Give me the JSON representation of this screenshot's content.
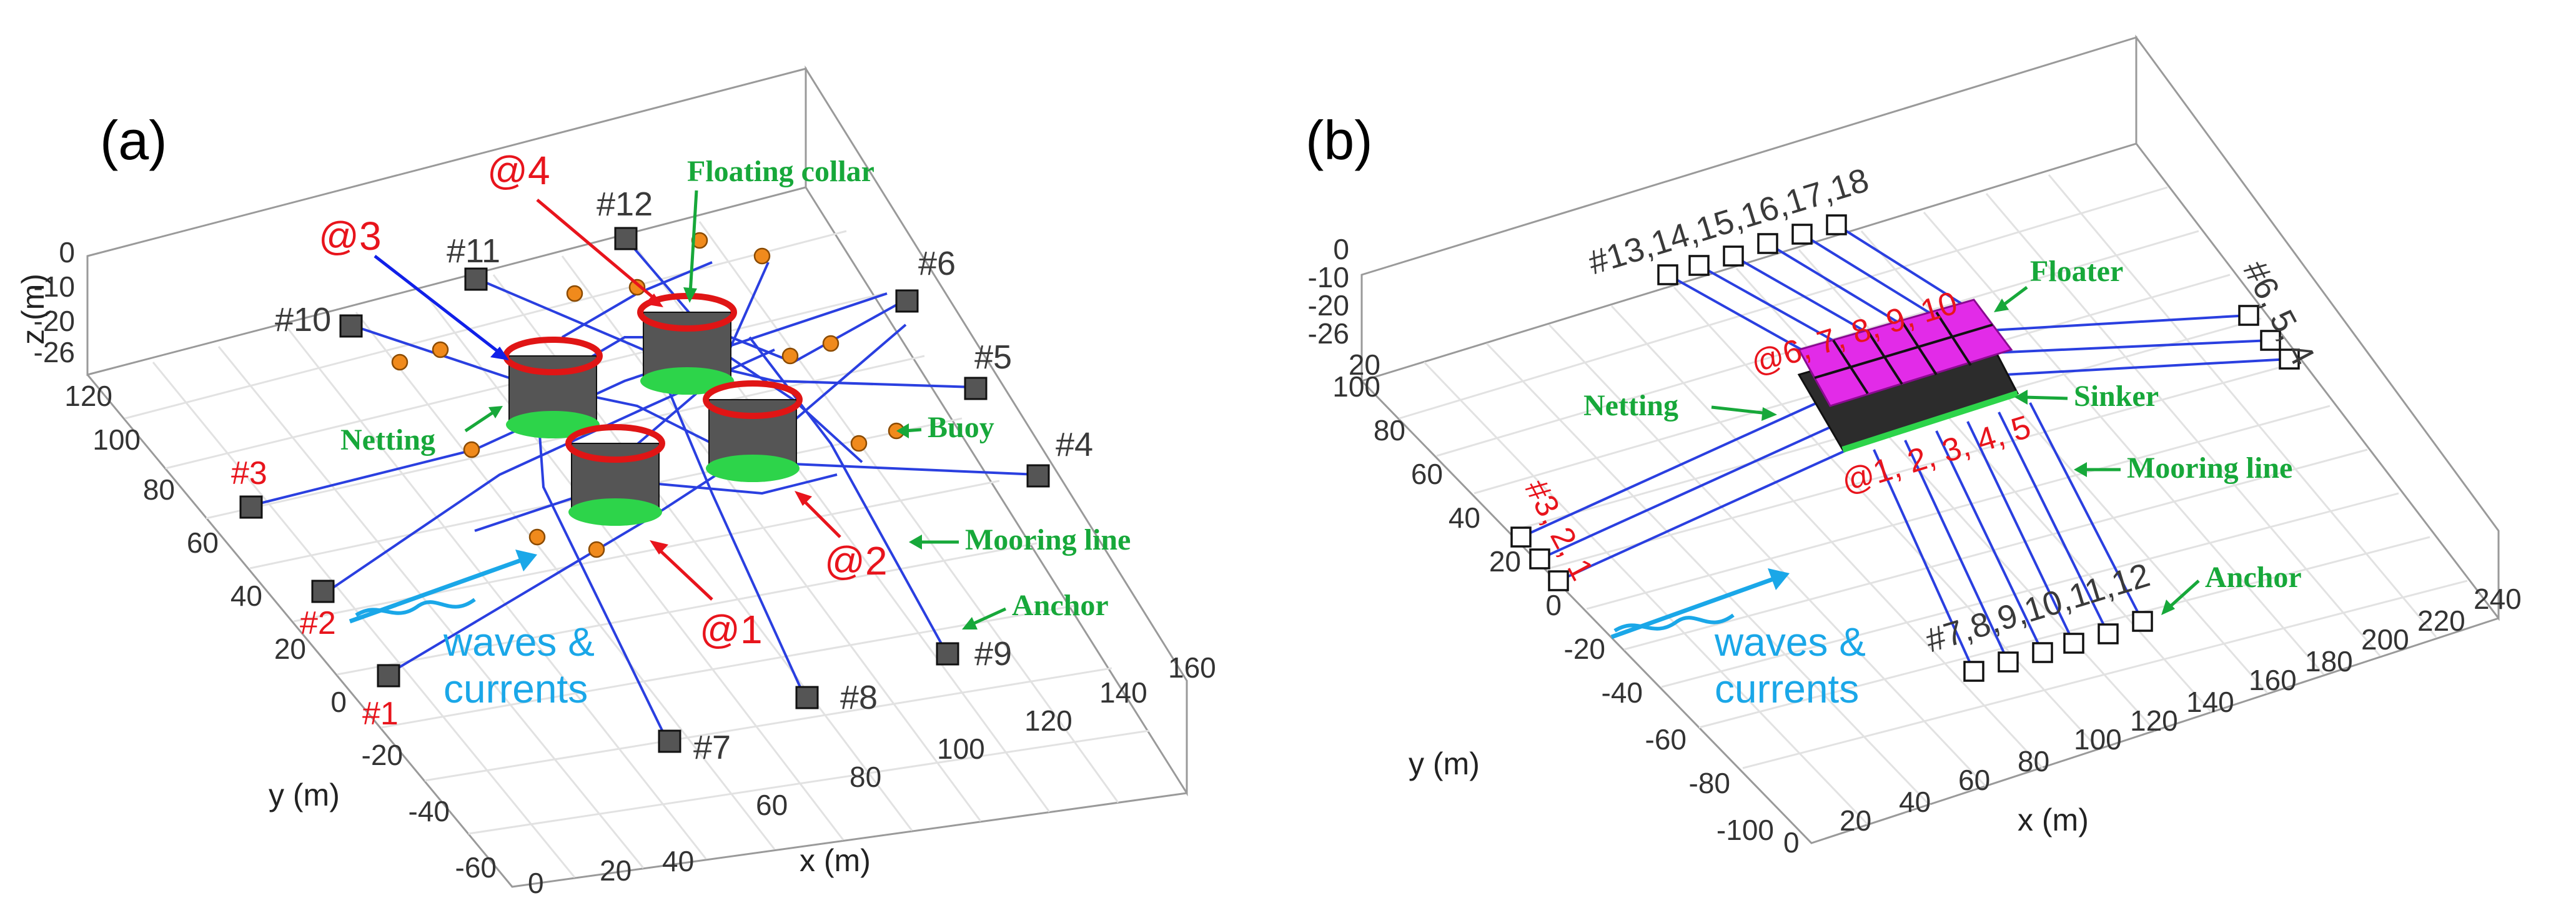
{
  "panel_a": {
    "label": "(a)",
    "axes": {
      "x_title": "x (m)",
      "y_title": "y (m)",
      "z_title": "z (m)",
      "x_ticks": [
        "0",
        "20",
        "40",
        "60",
        "80",
        "100",
        "120",
        "140",
        "160"
      ],
      "y_ticks": [
        "-60",
        "-40",
        "-20",
        "0",
        "20",
        "40",
        "60",
        "80",
        "100",
        "120"
      ],
      "z_ticks": [
        "0",
        "-10",
        "-20",
        "-26"
      ]
    },
    "cage_labels": [
      "@1",
      "@2",
      "@3",
      "@4"
    ],
    "anchor_labels": [
      "#1",
      "#2",
      "#3",
      "#4",
      "#5",
      "#6",
      "#7",
      "#8",
      "#9",
      "#10",
      "#11",
      "#12"
    ],
    "component_labels": {
      "floating_collar": "Floating collar",
      "netting": "Netting",
      "buoy": "Buoy",
      "mooring_line": "Mooring line",
      "anchor": "Anchor"
    },
    "flow_label_line1": "waves &",
    "flow_label_line2": "currents"
  },
  "panel_b": {
    "label": "(b)",
    "axes": {
      "x_title": "x (m)",
      "y_title": "y (m)",
      "x_ticks": [
        "0",
        "20",
        "40",
        "60",
        "80",
        "100",
        "120",
        "140",
        "160",
        "180",
        "200",
        "220",
        "240"
      ],
      "y_ticks": [
        "-100",
        "-80",
        "-60",
        "-40",
        "-20",
        "0",
        "20",
        "40",
        "60",
        "80",
        "100",
        "20"
      ],
      "z_ticks": [
        "0",
        "-10",
        "-20",
        "-26"
      ]
    },
    "anchor_group_labels": {
      "top": "#13,14,15,16,17,18",
      "right": "#6, 5, 4",
      "bottom": "#7,8,9,10,11,12",
      "left": "#3, 2, 1"
    },
    "cage_group_labels": {
      "top": "@6, 7, 8, 9, 10",
      "bottom": "@1, 2, 3, 4, 5"
    },
    "component_labels": {
      "floater": "Floater",
      "netting": "Netting",
      "sinker": "Sinker",
      "mooring_line": "Mooring line",
      "anchor": "Anchor"
    },
    "flow_label_line1": "waves &",
    "flow_label_line2": "currents"
  },
  "colors": {
    "mooring": "#2a3fe0",
    "label_red": "#e8141c",
    "label_green": "#17a83a",
    "flow_blue": "#1aa7e8",
    "buoy_orange": "#f08a1c",
    "floater_magenta": "#e22be8"
  }
}
